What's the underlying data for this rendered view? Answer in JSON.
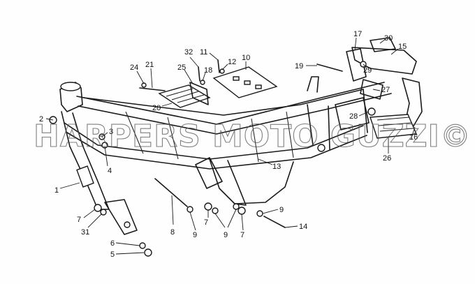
{
  "diagram": {
    "watermark_text": "HARPERS MOTO GUZZI©",
    "callouts": [
      {
        "id": "c1",
        "label": "1"
      },
      {
        "id": "c2",
        "label": "2"
      },
      {
        "id": "c3",
        "label": "3"
      },
      {
        "id": "c4",
        "label": "4"
      },
      {
        "id": "c5",
        "label": "5"
      },
      {
        "id": "c6",
        "label": "6"
      },
      {
        "id": "c7a",
        "label": "7"
      },
      {
        "id": "c7b",
        "label": "7"
      },
      {
        "id": "c7c",
        "label": "7"
      },
      {
        "id": "c8",
        "label": "8"
      },
      {
        "id": "c9a",
        "label": "9"
      },
      {
        "id": "c9b",
        "label": "9"
      },
      {
        "id": "c9c",
        "label": "9"
      },
      {
        "id": "c10",
        "label": "10"
      },
      {
        "id": "c11",
        "label": "11"
      },
      {
        "id": "c12",
        "label": "12"
      },
      {
        "id": "c13",
        "label": "13"
      },
      {
        "id": "c14",
        "label": "14"
      },
      {
        "id": "c15",
        "label": "15"
      },
      {
        "id": "c16",
        "label": "16"
      },
      {
        "id": "c17",
        "label": "17"
      },
      {
        "id": "c18",
        "label": "18"
      },
      {
        "id": "c19",
        "label": "19"
      },
      {
        "id": "c20",
        "label": "20"
      },
      {
        "id": "c21",
        "label": "21"
      },
      {
        "id": "c24",
        "label": "24"
      },
      {
        "id": "c25",
        "label": "25"
      },
      {
        "id": "c26",
        "label": "26"
      },
      {
        "id": "c27",
        "label": "27"
      },
      {
        "id": "c28",
        "label": "28"
      },
      {
        "id": "c29",
        "label": "29"
      },
      {
        "id": "c30",
        "label": "30"
      },
      {
        "id": "c31",
        "label": "31"
      },
      {
        "id": "c32",
        "label": "32"
      }
    ]
  }
}
